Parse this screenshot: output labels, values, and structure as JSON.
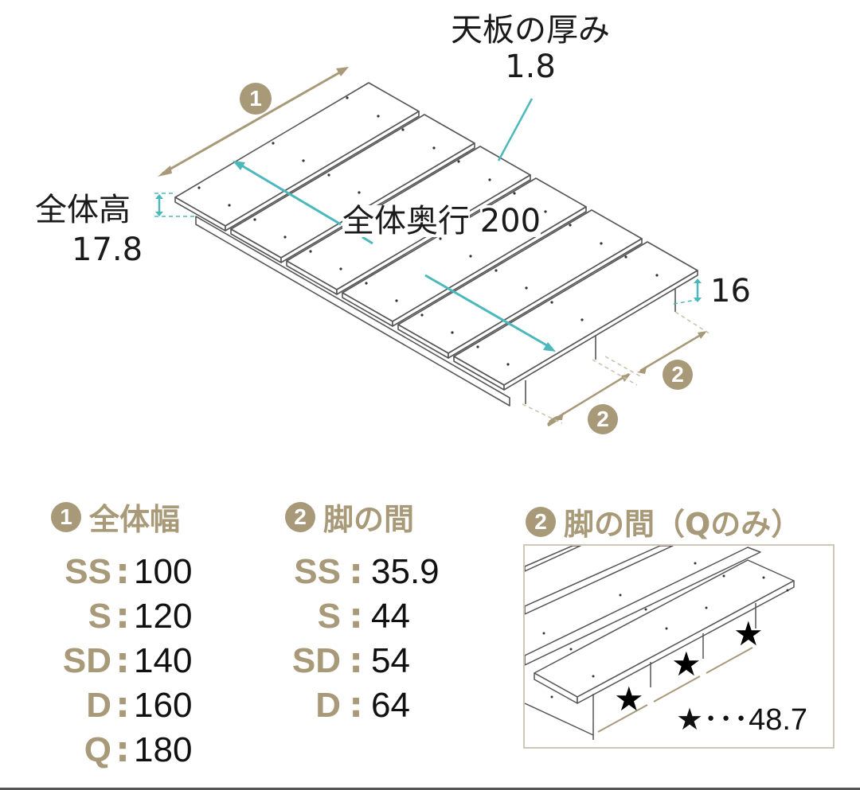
{
  "diagram": {
    "top_thickness": {
      "label": "天板の厚み",
      "value": "1.8"
    },
    "overall_height": {
      "label": "全体高",
      "value": "17.8"
    },
    "overall_depth": {
      "label": "全体奥行",
      "value": "200"
    },
    "leg_height": {
      "value": "16"
    },
    "markers": {
      "width": "1",
      "leg_gap": "2"
    }
  },
  "colors": {
    "accent_gold": "#a89a78",
    "teal": "#4bb8bb",
    "line": "#555555"
  },
  "width_table": {
    "badge": "1",
    "title": "全体幅",
    "rows": [
      {
        "size": "SS",
        "value": "100"
      },
      {
        "size": "S",
        "value": "120"
      },
      {
        "size": "SD",
        "value": "140"
      },
      {
        "size": "D",
        "value": "160"
      },
      {
        "size": "Q",
        "value": "180"
      }
    ]
  },
  "leg_gap_table": {
    "badge": "2",
    "title": "脚の間",
    "rows": [
      {
        "size": "SS",
        "value": "35.9"
      },
      {
        "size": "S",
        "value": "44"
      },
      {
        "size": "SD",
        "value": "54"
      },
      {
        "size": "D",
        "value": "64"
      }
    ]
  },
  "queen_inset": {
    "badge": "2",
    "title": "脚の間（Qのみ）",
    "star_note": "★･･･48.7",
    "star": "★"
  },
  "separator": ":"
}
